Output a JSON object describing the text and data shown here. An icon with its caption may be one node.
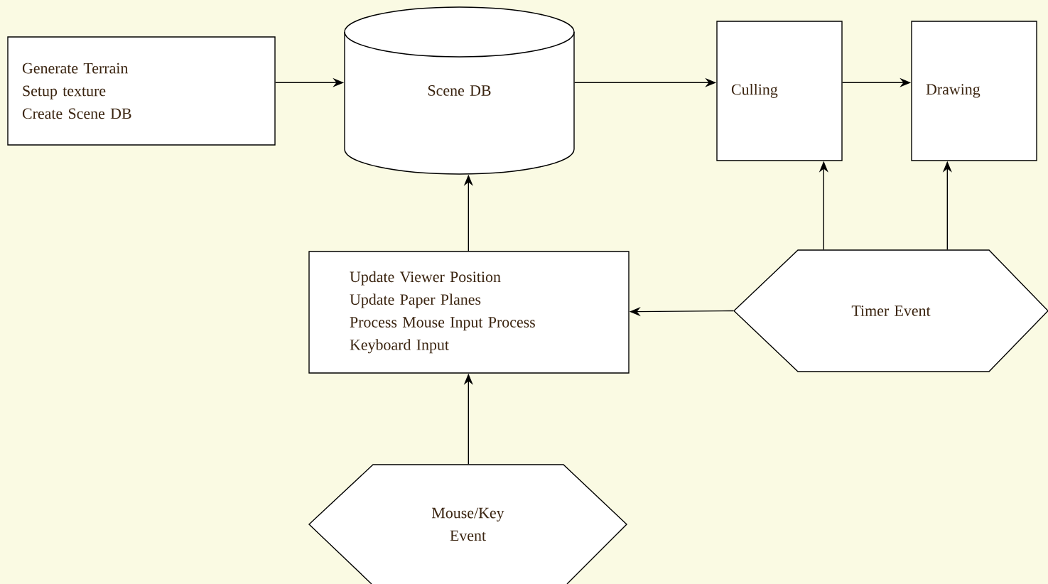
{
  "diagram": {
    "nodes": [
      {
        "text": [
          "Generate Terrain",
          "Setup texture",
          "Create Scene DB"
        ]
      },
      {
        "text": [
          "Scene DB"
        ]
      },
      {
        "text": [
          "Culling"
        ]
      },
      {
        "text": [
          "Drawing"
        ]
      },
      {
        "text": [
          "Update Viewer Position",
          "Update Paper Planes",
          "Process Mouse Input Process Keyboard Input"
        ]
      },
      {
        "text": [
          "Timer Event"
        ]
      },
      {
        "text": [
          "Mouse/Key Event"
        ]
      }
    ],
    "edges": [
      {
        "from": 0,
        "to": 1,
        "arrow": "to"
      },
      {
        "from": 1,
        "to": 2,
        "arrow": "to"
      },
      {
        "from": 2,
        "to": 3,
        "arrow": "to"
      },
      {
        "from": 4,
        "to": 1,
        "arrow": "to"
      },
      {
        "from": 5,
        "to": 2,
        "arrow": "to"
      },
      {
        "from": 5,
        "to": 3,
        "arrow": "to"
      },
      {
        "from": 5,
        "to": 4,
        "arrow": "to"
      },
      {
        "from": 6,
        "to": 4,
        "arrow": "to"
      }
    ]
  }
}
